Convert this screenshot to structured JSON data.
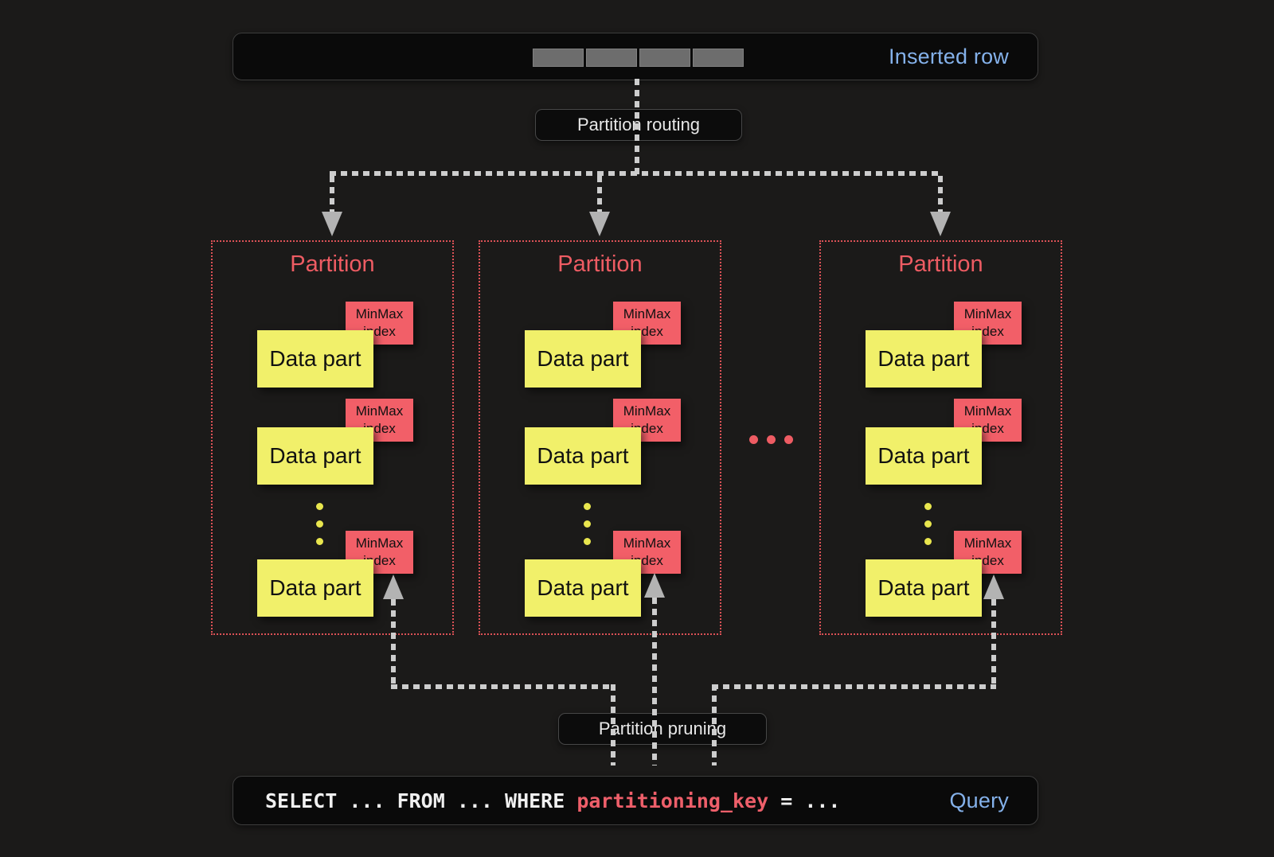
{
  "colors": {
    "background": "#1b1a19",
    "bar_fill": "#0a0a0a",
    "accent_red": "#ee5c63",
    "data_part_yellow": "#f1f06a",
    "minmax_red": "#f25f68",
    "label_blue": "#84b1ea",
    "connector_gray": "#cdcdcd"
  },
  "inserted_row": {
    "label": "Inserted row",
    "segment_count": 4
  },
  "labels": {
    "routing": "Partition routing",
    "pruning": "Partition pruning",
    "more_partitions_ellipsis": "...",
    "more_parts_ellipsis": "⋮"
  },
  "partitions": [
    {
      "title": "Partition",
      "parts": [
        {
          "label": "Data part",
          "index": "MinMax\nindex"
        },
        {
          "label": "Data part",
          "index": "MinMax\nindex"
        },
        {
          "label": "Data part",
          "index": "MinMax\nindex"
        }
      ]
    },
    {
      "title": "Partition",
      "parts": [
        {
          "label": "Data part",
          "index": "MinMax\nindex"
        },
        {
          "label": "Data part",
          "index": "MinMax\nindex"
        },
        {
          "label": "Data part",
          "index": "MinMax\nindex"
        }
      ]
    },
    {
      "title": "Partition",
      "parts": [
        {
          "label": "Data part",
          "index": "MinMax\nindex"
        },
        {
          "label": "Data part",
          "index": "MinMax\nindex"
        },
        {
          "label": "Data part",
          "index": "MinMax\nindex"
        }
      ]
    }
  ],
  "query": {
    "prefix": "SELECT ... FROM ... WHERE ",
    "highlight": "partitioning_key",
    "suffix": " = ...",
    "label": "Query"
  }
}
